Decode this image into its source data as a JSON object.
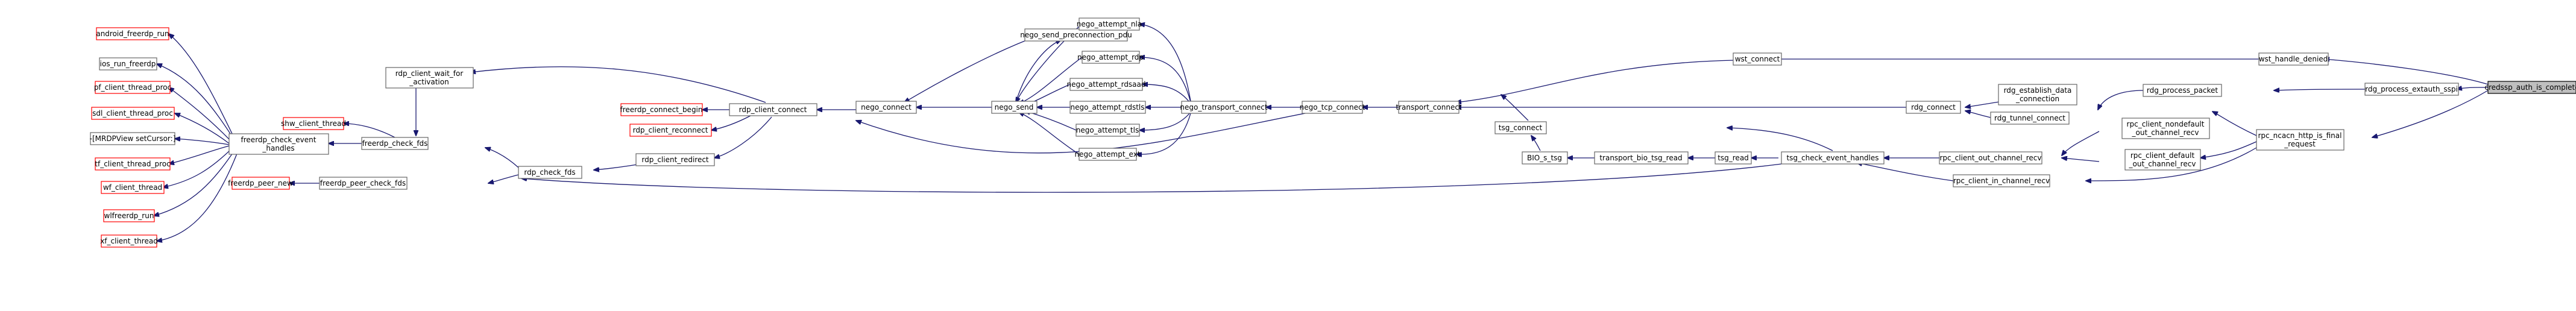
{
  "colors": {
    "edge": "#191970",
    "red_border": "#ff0000",
    "grey_border": "#666666",
    "focus_fill": "#bfbfbf"
  },
  "nodes": {
    "android_freerdp_run": "android_freerdp_run",
    "ios_run_freerdp": "ios_run_freerdp",
    "pf_client_thread_proc": "pf_client_thread_proc",
    "sdl_client_thread_proc": "sdl_client_thread_proc",
    "mrdpview_setcursor": "-[MRDPView setCursor:]",
    "tf_client_thread_proc": "tf_client_thread_proc",
    "wf_client_thread": "wf_client_thread",
    "wlfreerdp_run": "wlfreerdp_run",
    "xf_client_thread": "xf_client_thread",
    "freerdp_check_event_handles_1": "freerdp_check_event",
    "freerdp_check_event_handles_2": "_handles",
    "shw_client_thread": "shw_client_thread",
    "freerdp_check_fds": "freerdp_check_fds",
    "freerdp_peer_new": "freerdp_peer_new",
    "freerdp_peer_check_fds": "freerdp_peer_check_fds",
    "rdp_client_wait_for_activation_1": "rdp_client_wait_for",
    "rdp_client_wait_for_activation_2": "_activation",
    "rdp_check_fds": "rdp_check_fds",
    "freerdp_connect_begin": "freerdp_connect_begin",
    "rdp_client_reconnect": "rdp_client_reconnect",
    "rdp_client_connect": "rdp_client_connect",
    "rdp_client_redirect": "rdp_client_redirect",
    "nego_connect": "nego_connect",
    "nego_send_preconnection_pdu": "nego_send_preconnection_pdu",
    "nego_send": "nego_send",
    "nego_attempt_nla": "nego_attempt_nla",
    "nego_attempt_rdp": "nego_attempt_rdp",
    "nego_attempt_rdsaad": "nego_attempt_rdsaad",
    "nego_attempt_rdstls": "nego_attempt_rdstls",
    "nego_attempt_tls": "nego_attempt_tls",
    "nego_attempt_ext": "nego_attempt_ext",
    "nego_transport_connect": "nego_transport_connect",
    "nego_tcp_connect": "nego_tcp_connect",
    "transport_connect": "transport_connect",
    "tsg_connect": "tsg_connect",
    "bio_s_tsg": "BIO_s_tsg",
    "transport_bio_tsg_read": "transport_bio_tsg_read",
    "tsg_read": "tsg_read",
    "tsg_check_event_handles": "tsg_check_event_handles",
    "wst_connect": "wst_connect",
    "rdg_connect": "rdg_connect",
    "rdg_establish_data_connection_1": "rdg_establish_data",
    "rdg_establish_data_connection_2": "_connection",
    "rdg_tunnel_connect": "rdg_tunnel_connect",
    "rdg_process_packet": "rdg_process_packet",
    "rpc_client_out_channel_recv": "rpc_client_out_channel_recv",
    "rpc_client_in_channel_recv": "rpc_client_in_channel_recv",
    "rpc_client_nondefault_out_channel_recv_1": "rpc_client_nondefault",
    "rpc_client_nondefault_out_channel_recv_2": "_out_channel_recv",
    "rpc_client_default_out_channel_recv_1": "rpc_client_default",
    "rpc_client_default_out_channel_recv_2": "_out_channel_recv",
    "rpc_ncacn_http_is_final_request_1": "rpc_ncacn_http_is_final",
    "rpc_ncacn_http_is_final_request_2": "_request",
    "wst_handle_denied": "wst_handle_denied",
    "rdg_process_extauth_sspi": "rdg_process_extauth_sspi",
    "credssp_auth_is_complete": "credssp_auth_is_complete"
  }
}
